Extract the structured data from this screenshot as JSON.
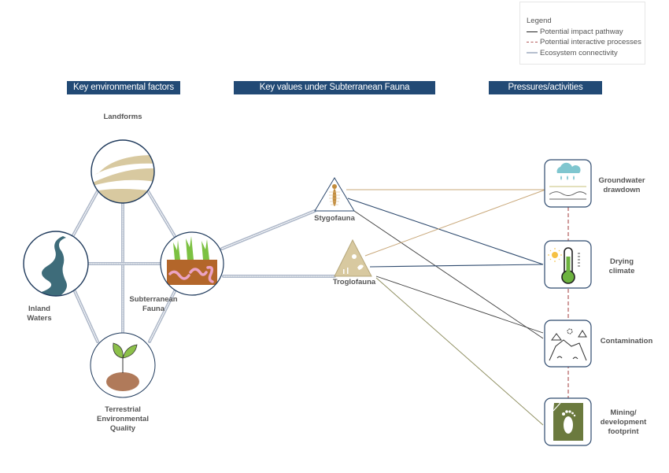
{
  "legend": {
    "title": "Legend",
    "items": [
      {
        "label": "Potential impact pathway",
        "style": "solid",
        "color": "#222222"
      },
      {
        "label": "Potential interactive processes",
        "style": "dashed",
        "color": "#b25a5a"
      },
      {
        "label": "Ecosystem connectivity",
        "style": "double",
        "color": "#b6bfcf"
      }
    ]
  },
  "headers": {
    "factors": "Key environmental factors",
    "values": "Key values under Subterranean Fauna",
    "pressures": "Pressures/activities"
  },
  "factors": {
    "landforms": "Landforms",
    "inland_waters": "Inland\nWaters",
    "subterranean_fauna": "Subterranean\nFauna",
    "terrestrial_quality": "Terrestrial\nEnvironmental\nQuality"
  },
  "values": {
    "stygofauna": "Stygofauna",
    "troglofauna": "Troglofauna"
  },
  "pressures": {
    "groundwater": "Groundwater\ndrawdown",
    "drying": "Drying\nclimate",
    "contamination": "Contamination",
    "mining": "Mining/\ndevelopment\nfootprint"
  },
  "colors": {
    "header_bg": "#224a75",
    "node_border": "#1f3a5c",
    "connectivity": "#aeb8c9",
    "tan_line": "#c9a87a",
    "navy_line": "#2e4a6e",
    "olive_line": "#8a8a5a",
    "dark_line": "#4a4a4a",
    "dashed": "#b25a5a",
    "sand": "#d8c9a0",
    "river": "#3e6c7a",
    "soil": "#b3662a",
    "grass": "#7cc142",
    "worm": "#eba3c4",
    "olive_box": "#6b7a3e",
    "thermo_green": "#6db33f",
    "sun": "#f6c142",
    "cloud": "#7fc6cf"
  }
}
